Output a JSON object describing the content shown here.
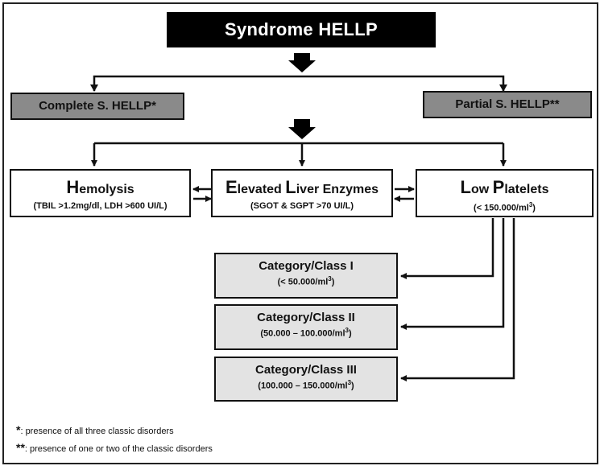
{
  "title": "Syndrome HELLP",
  "subtypes": {
    "complete": "Complete S. HELLP*",
    "partial": "Partial S. HELLP**"
  },
  "criteria": [
    {
      "cap": "H",
      "rest": "emolysis",
      "detail": "(TBIL >1.2mg/dl, LDH >600 UI/L)"
    },
    {
      "cap1": "E",
      "mid": "levated ",
      "cap2": "L",
      "rest": "iver Enzymes",
      "detail": "(SGOT & SGPT >70 UI/L)"
    },
    {
      "cap1": "L",
      "mid": "ow ",
      "cap2": "P",
      "rest": "latelets",
      "detail": "(< 150.000/ml",
      "detail_sup": "3",
      "detail_end": ")"
    }
  ],
  "classes": [
    {
      "name": "Category/Class I",
      "detail": "(< 50.000/ml",
      "sup": "3",
      "end": ")"
    },
    {
      "name": "Category/Class II",
      "detail": "(50.000 – 100.000/ml",
      "sup": "3",
      "end": ")"
    },
    {
      "name": "Category/Class III",
      "detail": "(100.000 – 150.000/ml",
      "sup": "3",
      "end": ")"
    }
  ],
  "footnotes": [
    {
      "mark": "*",
      "text": ": presence of all three classic disorders"
    },
    {
      "mark": "**",
      "text": ": presence of one or two of the classic disorders"
    }
  ],
  "colors": {
    "title_bg": "#000000",
    "subtype_bg": "#8a8a8a",
    "class_bg": "#e3e3e3",
    "line": "#111111"
  }
}
